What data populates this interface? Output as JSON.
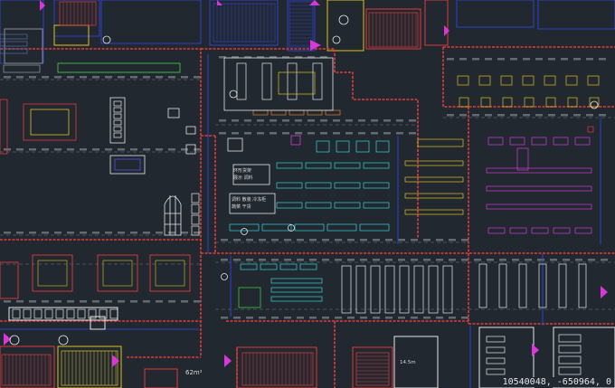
{
  "colors": {
    "background": "#212830",
    "wall_red": "#e03a3a",
    "blue_line": "#3040c8",
    "cyan": "#35d6d6",
    "yellow": "#e0c020",
    "green": "#48d848",
    "magenta": "#d838d8",
    "white": "#e8e8e8",
    "grey": "#8a8e96",
    "orange": "#e08030"
  },
  "labels": {
    "area_62": "62m²",
    "area_14": "14.5m",
    "zone_a1": "环形货架",
    "zone_a2": "展示 调料",
    "zone_b1": "调料 散装 冷冻柜",
    "zone_b2": "蔬菜 干货"
  },
  "status_bar": {
    "coordinates": "10540048, -650964, 0"
  }
}
